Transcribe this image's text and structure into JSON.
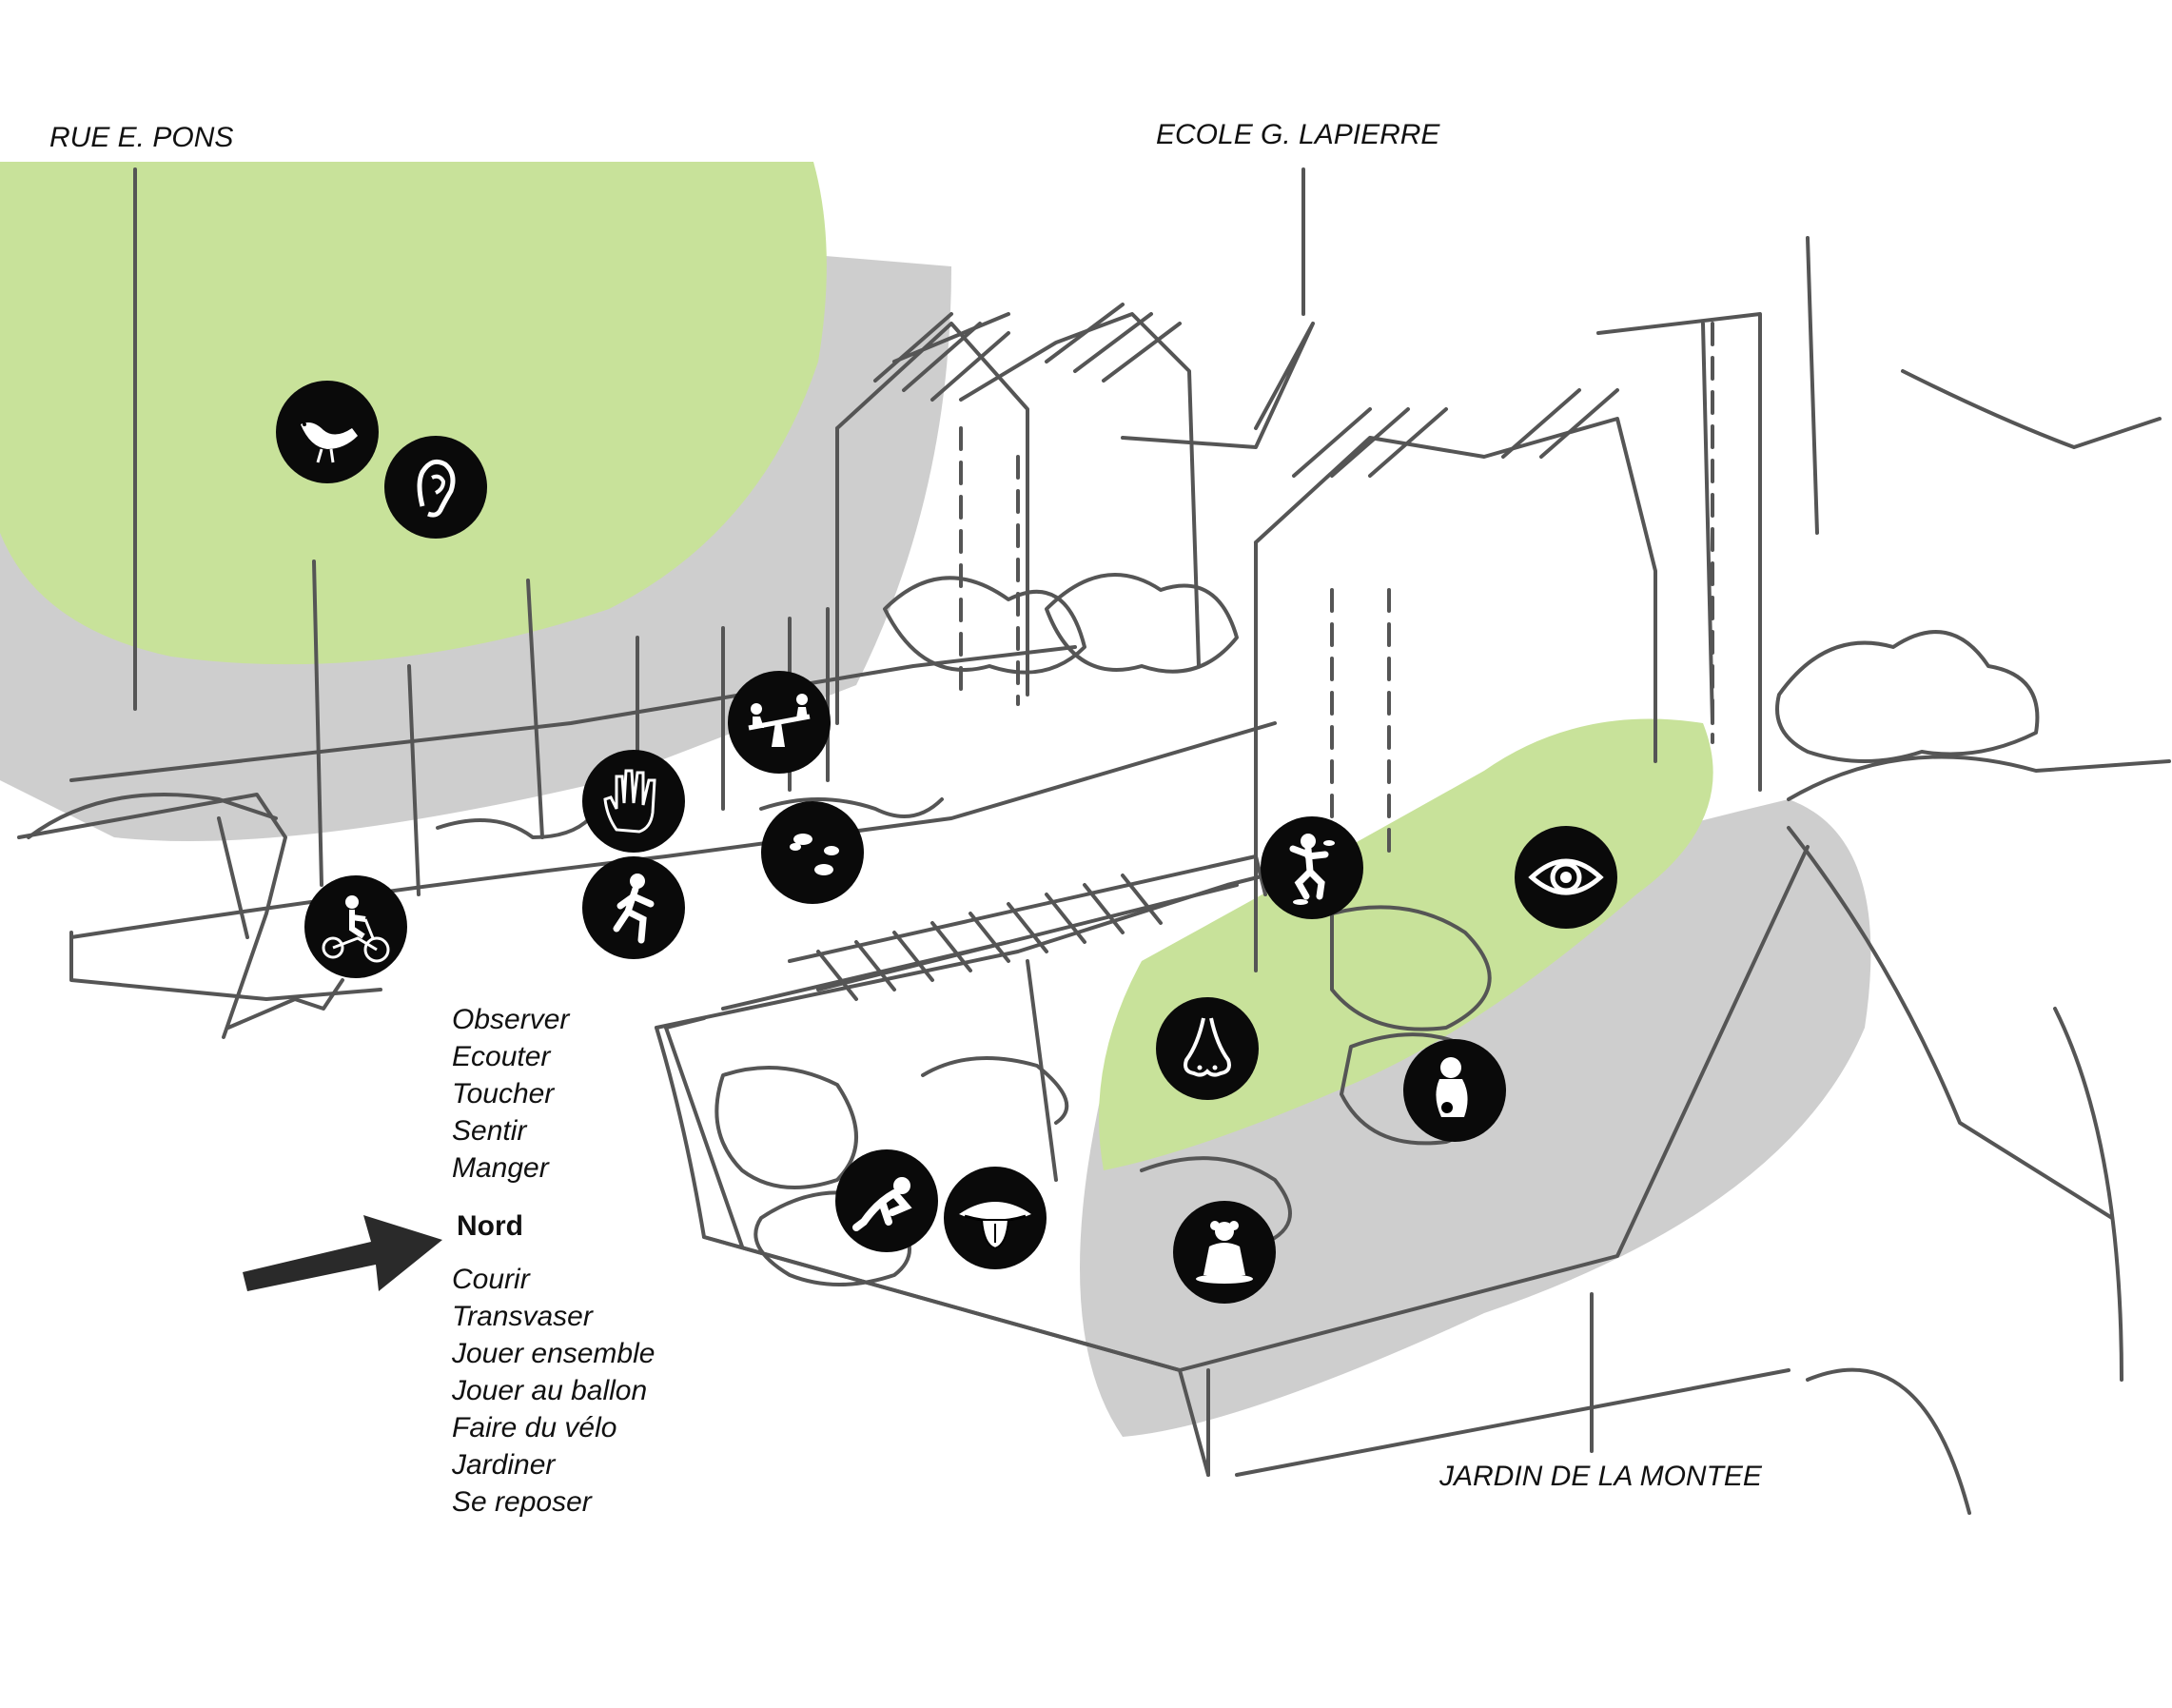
{
  "labels": {
    "street": "RUE E. PONS",
    "school": "ECOLE G. LAPIERRE",
    "garden": "JARDIN DE LA MONTEE"
  },
  "senses": [
    "Observer",
    "Ecouter",
    "Toucher",
    "Sentir",
    "Manger"
  ],
  "north_label": "Nord",
  "activities": [
    "Courir",
    "Transvaser",
    "Jouer ensemble",
    "Jouer au ballon",
    "Faire du vélo",
    "Jardiner",
    "Se reposer"
  ],
  "colors": {
    "green_zone": "#c8e29a",
    "grey_zone": "#c9c9c9",
    "sketch_line": "#555555",
    "icon_bg": "#0a0a0a",
    "icon_fg": "#ffffff"
  },
  "icons": [
    "bird-icon",
    "ear-icon",
    "seesaw-icon",
    "hand-icon",
    "running-child-icon",
    "stones-icon",
    "tricycle-icon",
    "climbing-child-icon",
    "eye-icon",
    "nose-icon",
    "child-with-ball-icon",
    "lying-child-icon",
    "tongue-icon",
    "sitting-child-icon"
  ]
}
